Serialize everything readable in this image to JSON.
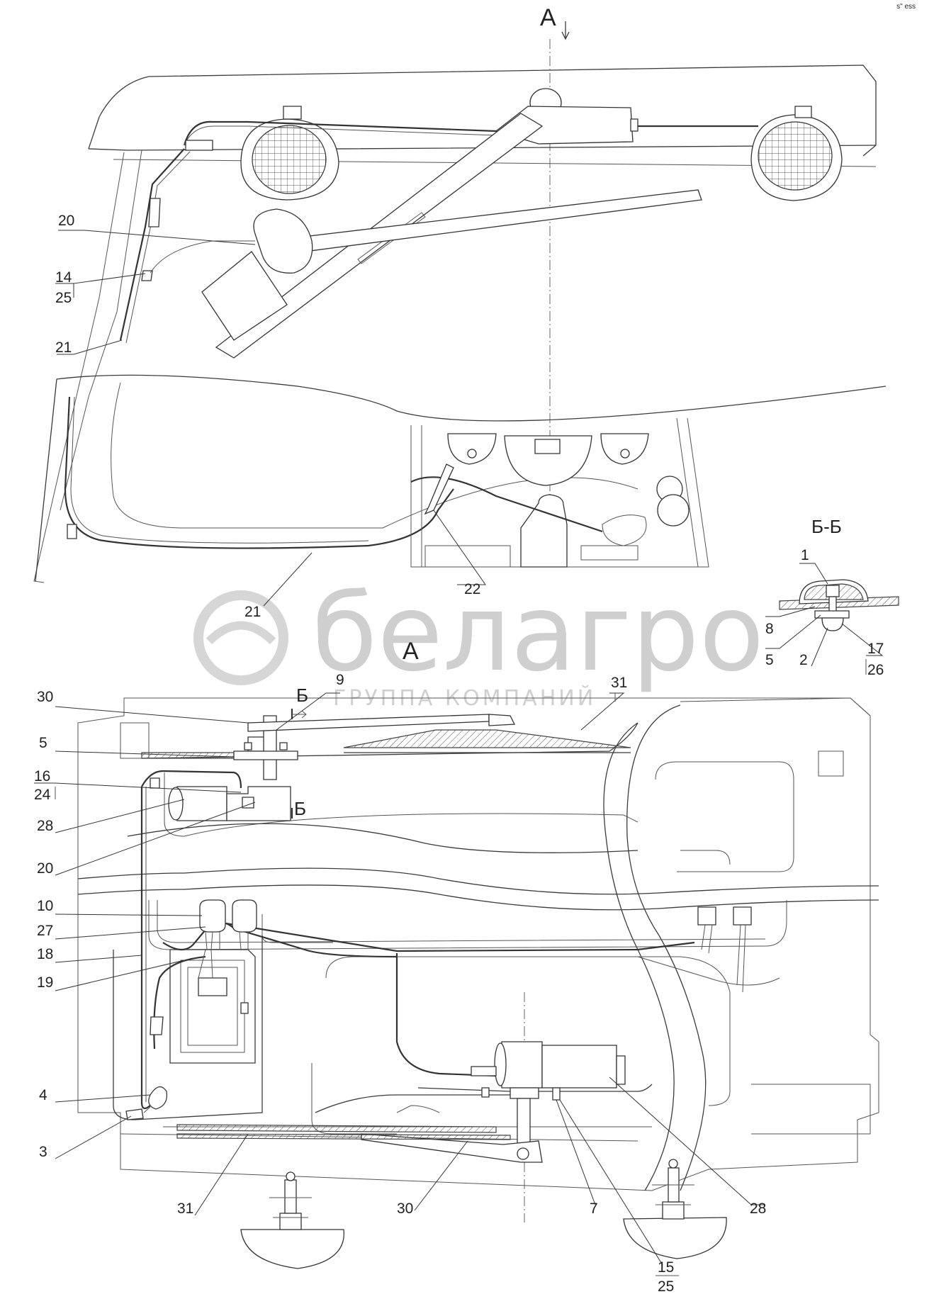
{
  "corner_mark": "s\" ess",
  "views": {
    "top_view_arrow": "А",
    "detail_view_title": "А",
    "section_title": "Б-Б",
    "section_mark_top": "Б",
    "section_mark_bottom": "Б"
  },
  "watermark": {
    "brand": "белагро",
    "tagline": "ГРУППА КОМПАНИЙ"
  },
  "callouts_top": [
    {
      "id": "c20a",
      "text": "20"
    },
    {
      "id": "c14a",
      "text": "14"
    },
    {
      "id": "c25a",
      "text": "25"
    },
    {
      "id": "c21a",
      "text": "21"
    },
    {
      "id": "c21b",
      "text": "21"
    },
    {
      "id": "c22",
      "text": "22"
    }
  ],
  "callouts_section": [
    {
      "id": "s1",
      "text": "1"
    },
    {
      "id": "s8",
      "text": "8"
    },
    {
      "id": "s5",
      "text": "5"
    },
    {
      "id": "s2",
      "text": "2"
    },
    {
      "id": "s17",
      "text": "17"
    },
    {
      "id": "s26",
      "text": "26"
    }
  ],
  "callouts_bottom": [
    {
      "id": "b30a",
      "text": "30"
    },
    {
      "id": "b9",
      "text": "9"
    },
    {
      "id": "b31a",
      "text": "31"
    },
    {
      "id": "b5",
      "text": "5"
    },
    {
      "id": "b16",
      "text": "16"
    },
    {
      "id": "b24",
      "text": "24"
    },
    {
      "id": "b28a",
      "text": "28"
    },
    {
      "id": "b20",
      "text": "20"
    },
    {
      "id": "b10",
      "text": "10"
    },
    {
      "id": "b27",
      "text": "27"
    },
    {
      "id": "b18",
      "text": "18"
    },
    {
      "id": "b19",
      "text": "19"
    },
    {
      "id": "b4",
      "text": "4"
    },
    {
      "id": "b3",
      "text": "3"
    },
    {
      "id": "b31b",
      "text": "31"
    },
    {
      "id": "b30b",
      "text": "30"
    },
    {
      "id": "b7",
      "text": "7"
    },
    {
      "id": "b28b",
      "text": "28"
    },
    {
      "id": "b15",
      "text": "15"
    },
    {
      "id": "b25",
      "text": "25"
    }
  ]
}
